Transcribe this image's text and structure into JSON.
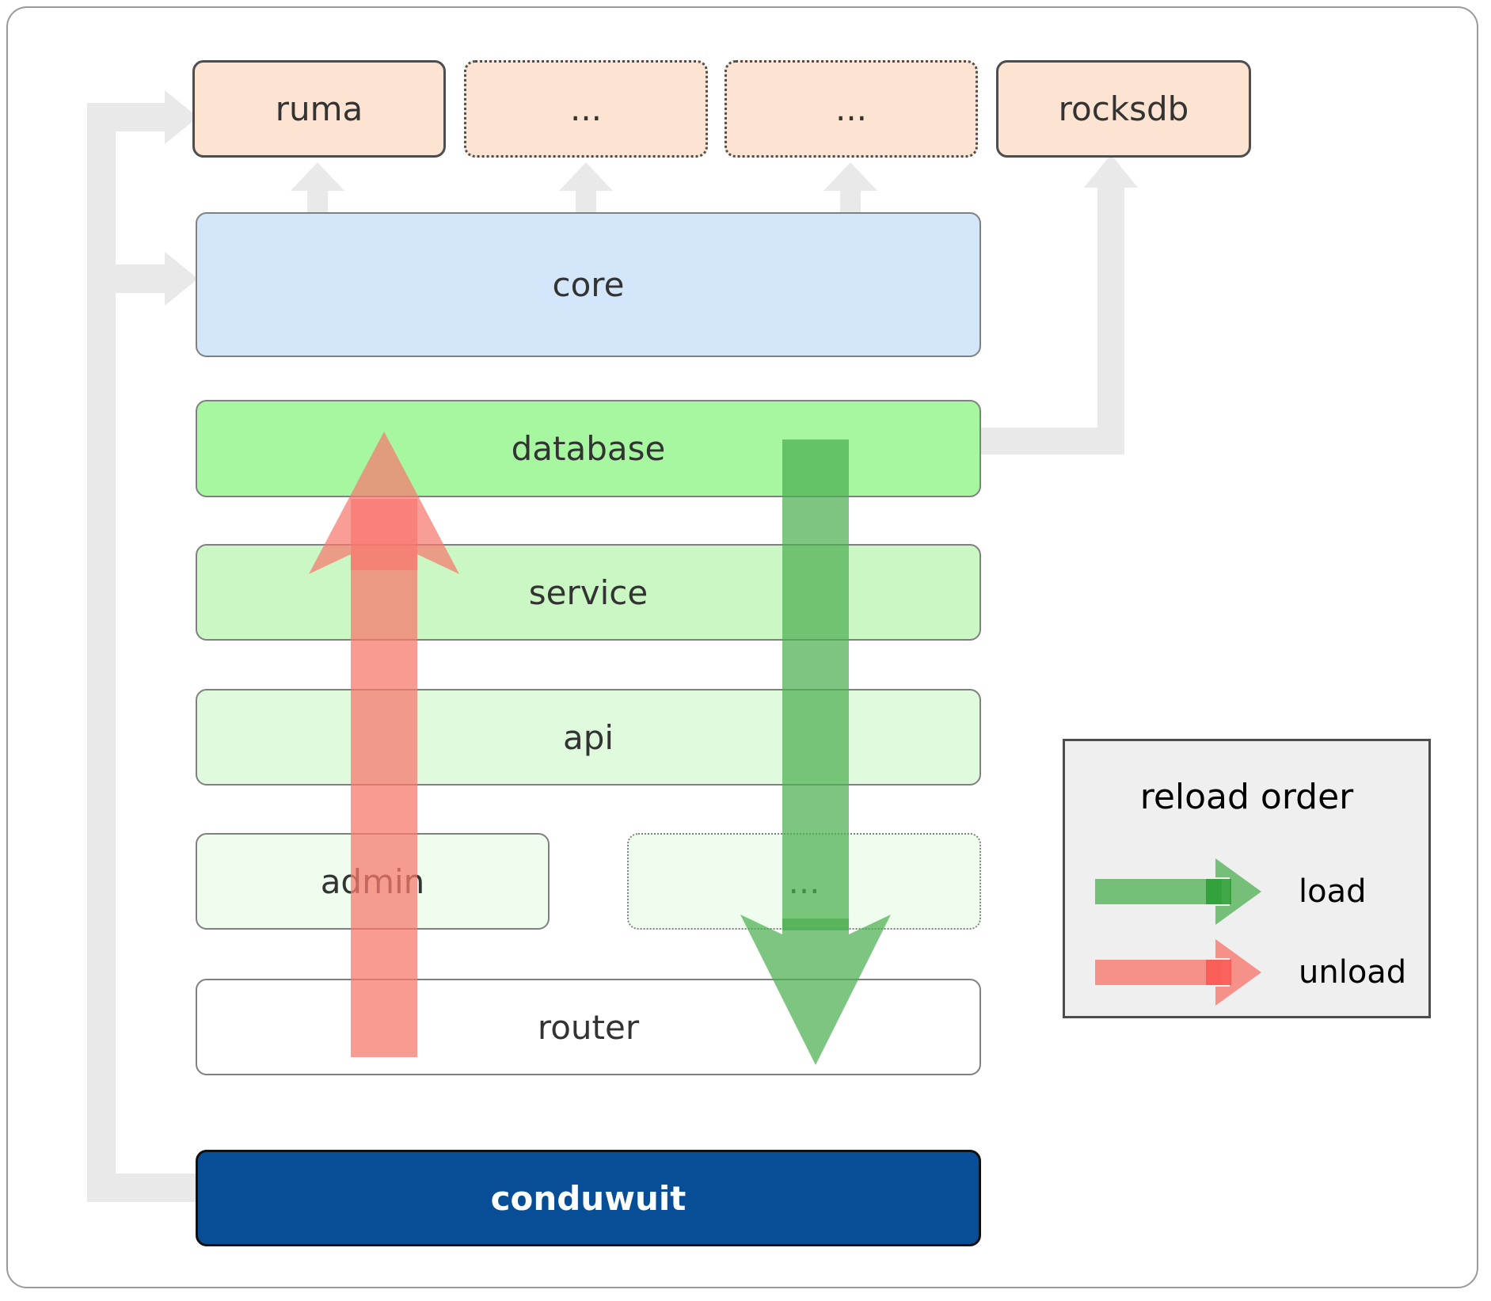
{
  "diagram": {
    "title": "conduwuit crate dependency / reload order diagram",
    "colors": {
      "orange": "#fde3d1",
      "blue": "#d4e6fa",
      "green_database": "#a6f7a0",
      "green_service": "#cbf7c4",
      "green_api": "#e0fade",
      "green_admin": "#effdee",
      "white_router": "#ffffff",
      "navy_conduwuit": "#084e96",
      "connector_gray": "#e9e9e9",
      "load_green": "#4caf50",
      "unload_red": "#f7796f",
      "legend_bg": "#efefef"
    }
  },
  "external_nodes": [
    {
      "id": "ruma",
      "label": "ruma",
      "border": "solid",
      "fill": "orange"
    },
    {
      "id": "ext1",
      "label": "...",
      "border": "dotted",
      "fill": "orange"
    },
    {
      "id": "ext2",
      "label": "...",
      "border": "dotted",
      "fill": "orange"
    },
    {
      "id": "rocksdb",
      "label": "rocksdb",
      "border": "solid",
      "fill": "orange"
    }
  ],
  "stack_nodes": [
    {
      "id": "core",
      "label": "core",
      "border": "thin",
      "fill": "blue"
    },
    {
      "id": "database",
      "label": "database",
      "border": "thin",
      "fill": "green1"
    },
    {
      "id": "service",
      "label": "service",
      "border": "thin",
      "fill": "green2"
    },
    {
      "id": "api",
      "label": "api",
      "border": "thin",
      "fill": "green3"
    },
    {
      "id": "admin",
      "label": "admin",
      "border": "thin",
      "fill": "green4"
    },
    {
      "id": "dots",
      "label": "...",
      "border": "thin-dotted",
      "fill": "green4"
    },
    {
      "id": "router",
      "label": "router",
      "border": "thin",
      "fill": "white"
    }
  ],
  "binary_node": {
    "id": "conduwuit",
    "label": "conduwuit",
    "fill": "navy"
  },
  "legend": {
    "title": "reload order",
    "entries": [
      {
        "id": "load",
        "label": "load",
        "color": "#4caf50",
        "direction": "down"
      },
      {
        "id": "unload",
        "label": "unload",
        "color": "#f7796f",
        "direction": "up"
      }
    ]
  }
}
